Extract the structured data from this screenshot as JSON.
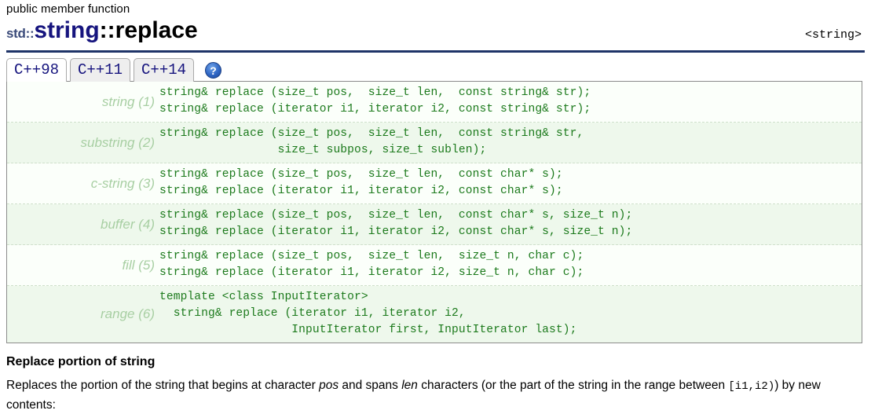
{
  "header": {
    "kind": "public member function",
    "title_std": "std::",
    "title_class": "string",
    "title_sep_fn": "::replace",
    "include": "<string>"
  },
  "tabs": [
    {
      "label": "C++98",
      "active": true
    },
    {
      "label": "C++11",
      "active": false
    },
    {
      "label": "C++14",
      "active": false
    }
  ],
  "help": {
    "glyph": "?"
  },
  "signatures": [
    {
      "label": "string (1)",
      "lines": [
        "string& replace (size_t pos,  size_t len,  const string& str);",
        "string& replace (iterator i1, iterator i2, const string& str);"
      ]
    },
    {
      "label": "substring (2)",
      "lines": [
        "string& replace (size_t pos,  size_t len,  const string& str,",
        "                 size_t subpos, size_t sublen);"
      ]
    },
    {
      "label": "c-string (3)",
      "lines": [
        "string& replace (size_t pos,  size_t len,  const char* s);",
        "string& replace (iterator i1, iterator i2, const char* s);"
      ]
    },
    {
      "label": "buffer (4)",
      "lines": [
        "string& replace (size_t pos,  size_t len,  const char* s, size_t n);",
        "string& replace (iterator i1, iterator i2, const char* s, size_t n);"
      ]
    },
    {
      "label": "fill (5)",
      "lines": [
        "string& replace (size_t pos,  size_t len,  size_t n, char c);",
        "string& replace (iterator i1, iterator i2, size_t n, char c);"
      ]
    },
    {
      "label": "range (6)",
      "lines": [
        "template <class InputIterator>",
        "  string& replace (iterator i1, iterator i2,",
        "                   InputIterator first, InputIterator last);"
      ]
    }
  ],
  "description": {
    "heading": "Replace portion of string",
    "part1": "Replaces the portion of the string that begins at character ",
    "em1": "pos",
    "part2": " and spans ",
    "em2": "len",
    "part3": " characters (or the part of the string in the range between ",
    "code1": "[i1,i2)",
    "part4": ") by new contents:"
  },
  "colors": {
    "title_class": "#16147e",
    "rule": "#1f3468",
    "code_green": "#1c7a1c",
    "label_green": "#a8cfa3",
    "row_alt": "#eef8ec",
    "row_plain": "#fbfffa",
    "tab_text": "#16147e"
  }
}
